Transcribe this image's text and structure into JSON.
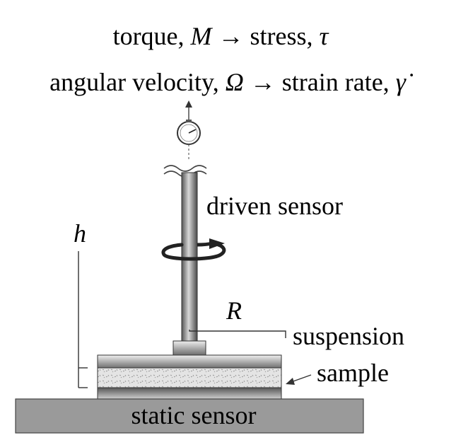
{
  "header": {
    "line1": {
      "prefix": "torque, ",
      "symbol_M": "M",
      "arrow": "→",
      "middle": " stress, ",
      "symbol_tau": "τ"
    },
    "line2": {
      "prefix": "angular velocity, ",
      "symbol_omega": "Ω",
      "arrow": "→",
      "middle": " strain rate, ",
      "symbol_gamma_dot": "γ̇"
    }
  },
  "labels": {
    "driven_sensor": "driven sensor",
    "h": "h",
    "R": "R",
    "suspension": "suspension",
    "sample": "sample",
    "static_sensor": "static sensor"
  },
  "icons": {
    "gauge": "dial-gauge-icon",
    "rotation": "rotation-arrow-icon"
  }
}
